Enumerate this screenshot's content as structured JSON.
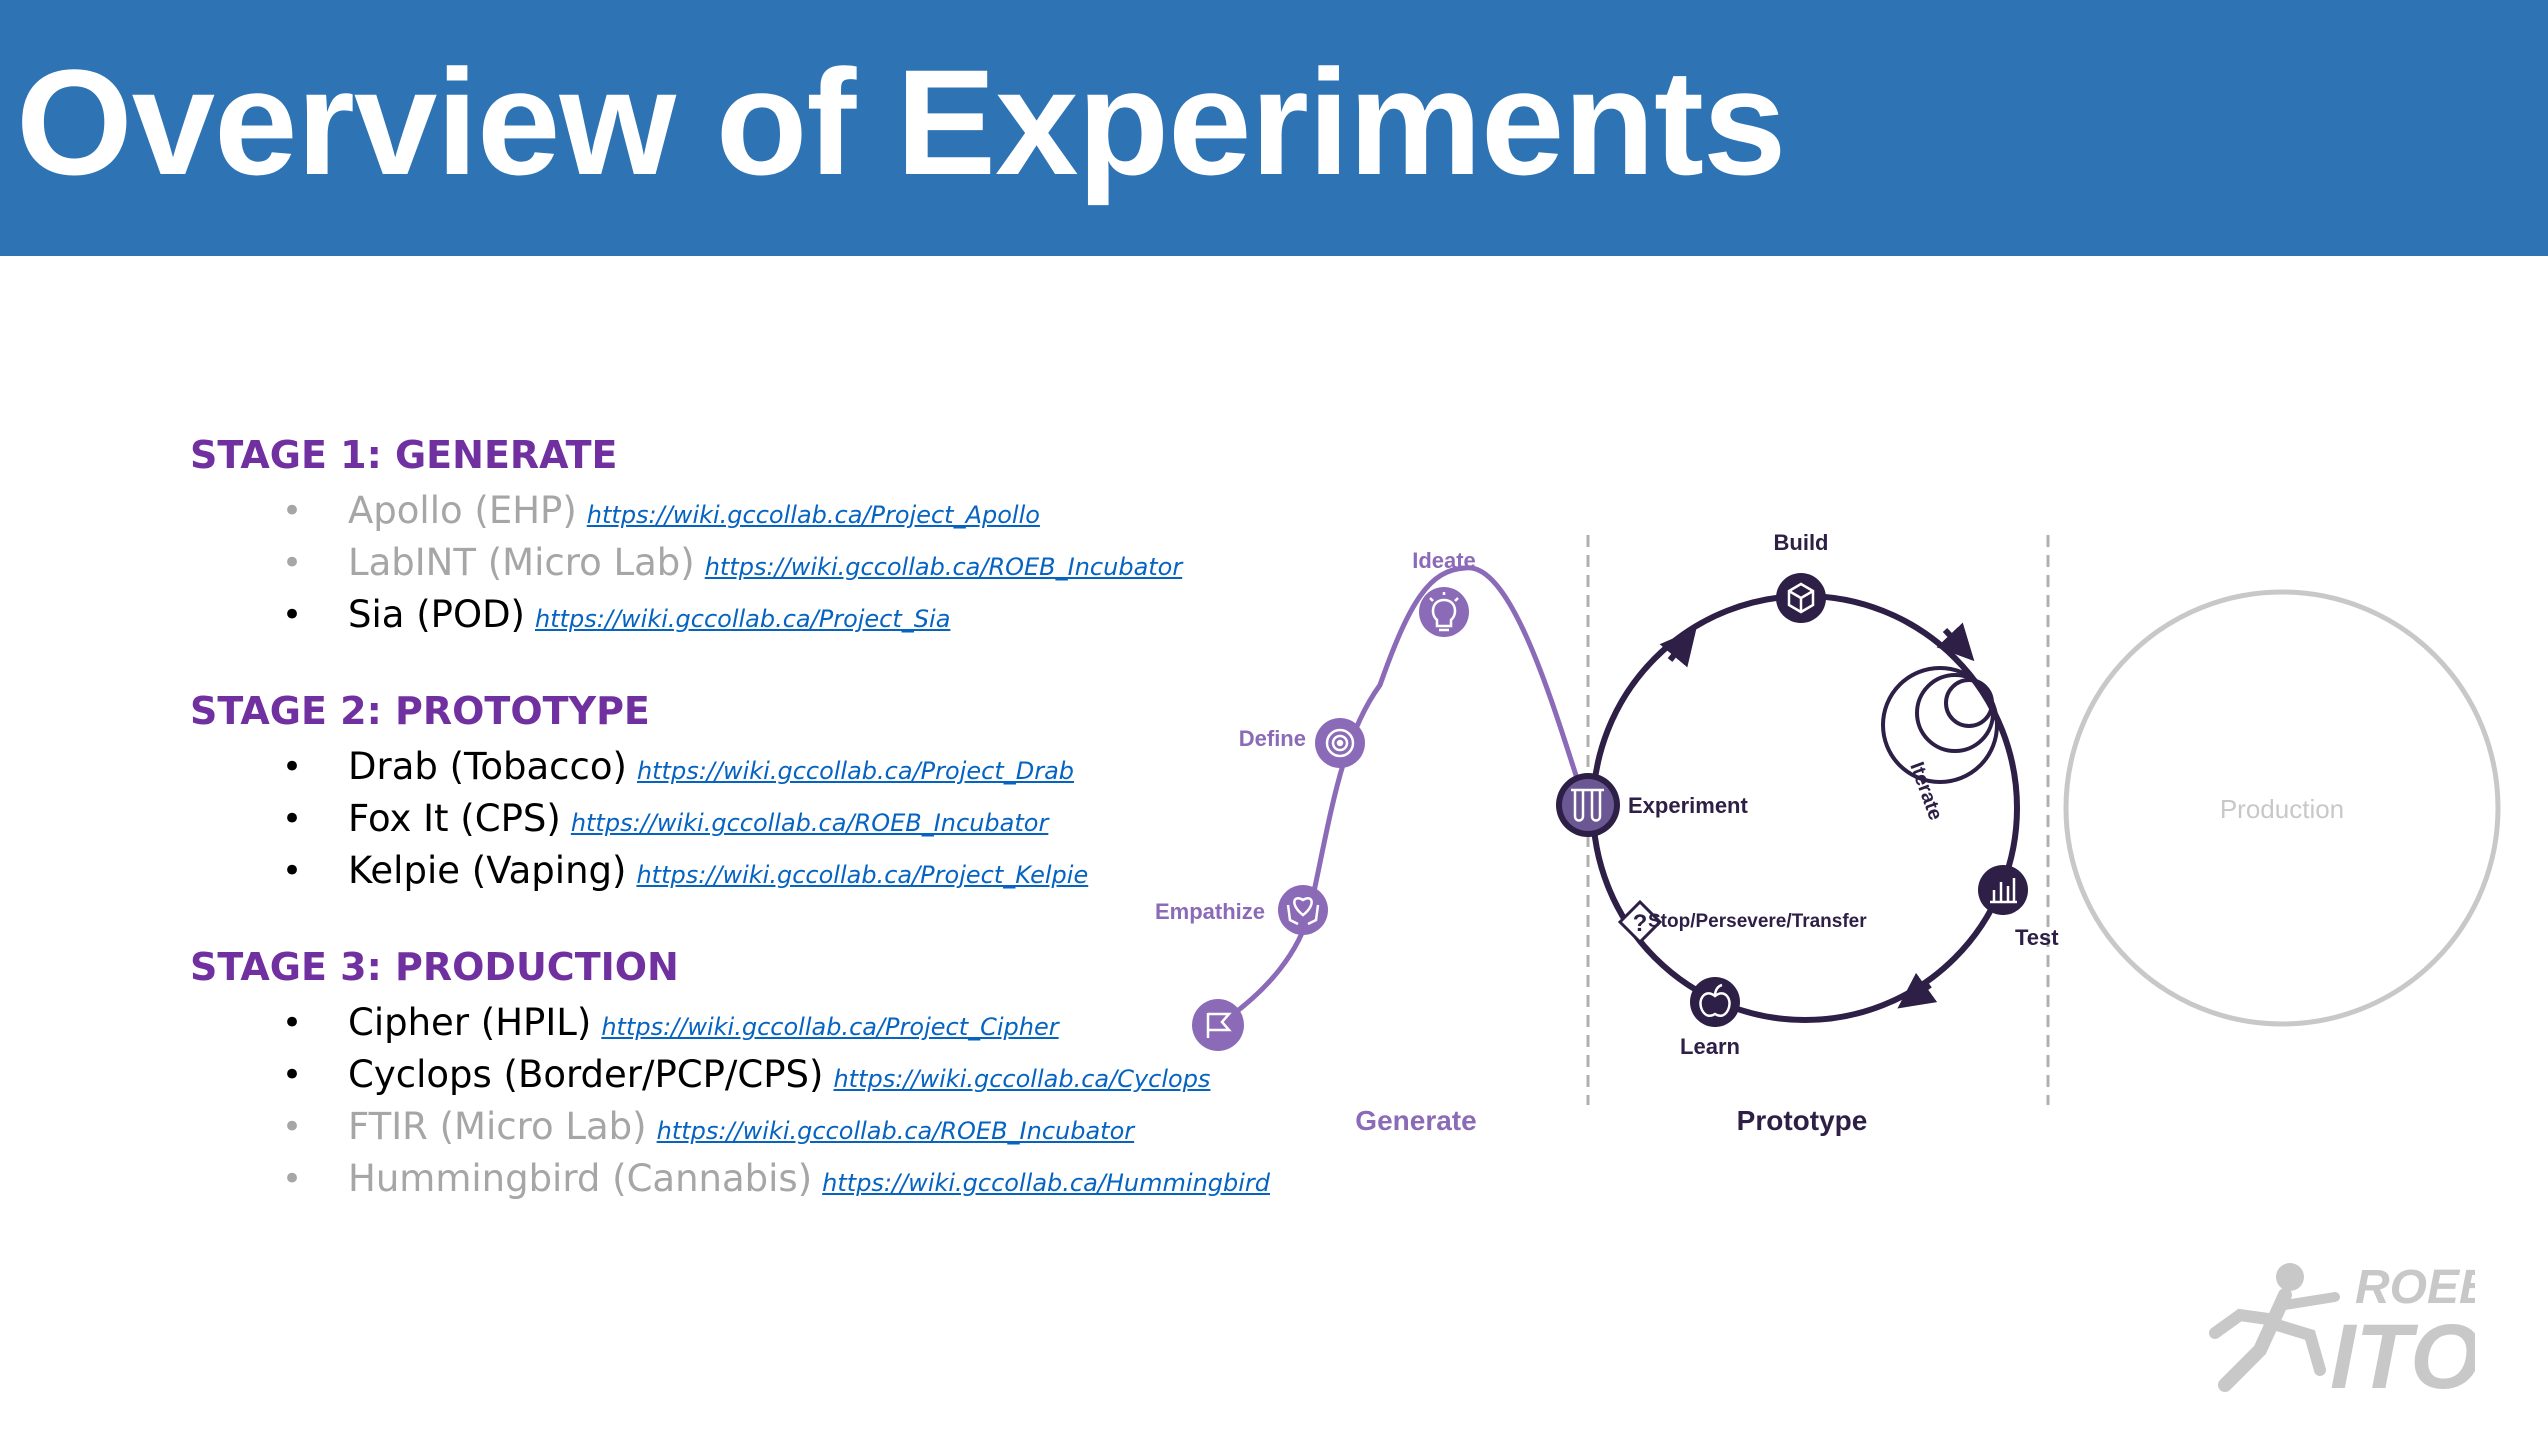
{
  "title": "Overview of Experiments",
  "stages": [
    {
      "heading": "STAGE 1: GENERATE",
      "items": [
        {
          "name": "Apollo (EHP)",
          "link": "https://wiki.gccollab.ca/Project_Apollo",
          "muted": true
        },
        {
          "name": "LabINT (Micro Lab)",
          "link": "https://wiki.gccollab.ca/ROEB_Incubator",
          "muted": true
        },
        {
          "name": "Sia (POD)",
          "link": "https://wiki.gccollab.ca/Project_Sia",
          "muted": false
        }
      ]
    },
    {
      "heading": "STAGE 2: PROTOTYPE",
      "items": [
        {
          "name": "Drab (Tobacco)",
          "link": "https://wiki.gccollab.ca/Project_Drab",
          "muted": false
        },
        {
          "name": "Fox It (CPS)",
          "link": "https://wiki.gccollab.ca/ROEB_Incubator",
          "muted": false
        },
        {
          "name": "Kelpie (Vaping)",
          "link": "https://wiki.gccollab.ca/Project_Kelpie",
          "muted": false
        }
      ]
    },
    {
      "heading": "STAGE 3: PRODUCTION",
      "items": [
        {
          "name": "Cipher (HPIL)",
          "link": "https://wiki.gccollab.ca/Project_Cipher",
          "muted": false
        },
        {
          "name": "Cyclops (Border/PCP/CPS)",
          "link": "https://wiki.gccollab.ca/Cyclops",
          "muted": false
        },
        {
          "name": "FTIR (Micro Lab)",
          "link": "https://wiki.gccollab.ca/ROEB_Incubator",
          "muted": true
        },
        {
          "name": "Hummingbird (Cannabis)",
          "link": "https://wiki.gccollab.ca/Hummingbird",
          "muted": true
        }
      ]
    }
  ],
  "diagram": {
    "labels": {
      "ideate": "Ideate",
      "define": "Define",
      "empathize": "Empathize",
      "build": "Build",
      "experiment": "Experiment",
      "iterate": "Iterate",
      "test": "Test",
      "learn": "Learn",
      "stop": "Stop/Persevere/Transfer",
      "production": "Production",
      "generate": "Generate",
      "prototype": "Prototype"
    },
    "colors": {
      "generate": "#8b6bb7",
      "prototype": "#2d1f45",
      "production": "#c8c8c8",
      "divider": "#b0b0b0"
    }
  },
  "logo": {
    "text_top": "ROEB",
    "text_bottom": "ITO"
  },
  "theme": {
    "title_bar": "#2e74b5",
    "heading": "#7030a0",
    "link": "#0563c1",
    "muted": "#a6a6a6"
  }
}
